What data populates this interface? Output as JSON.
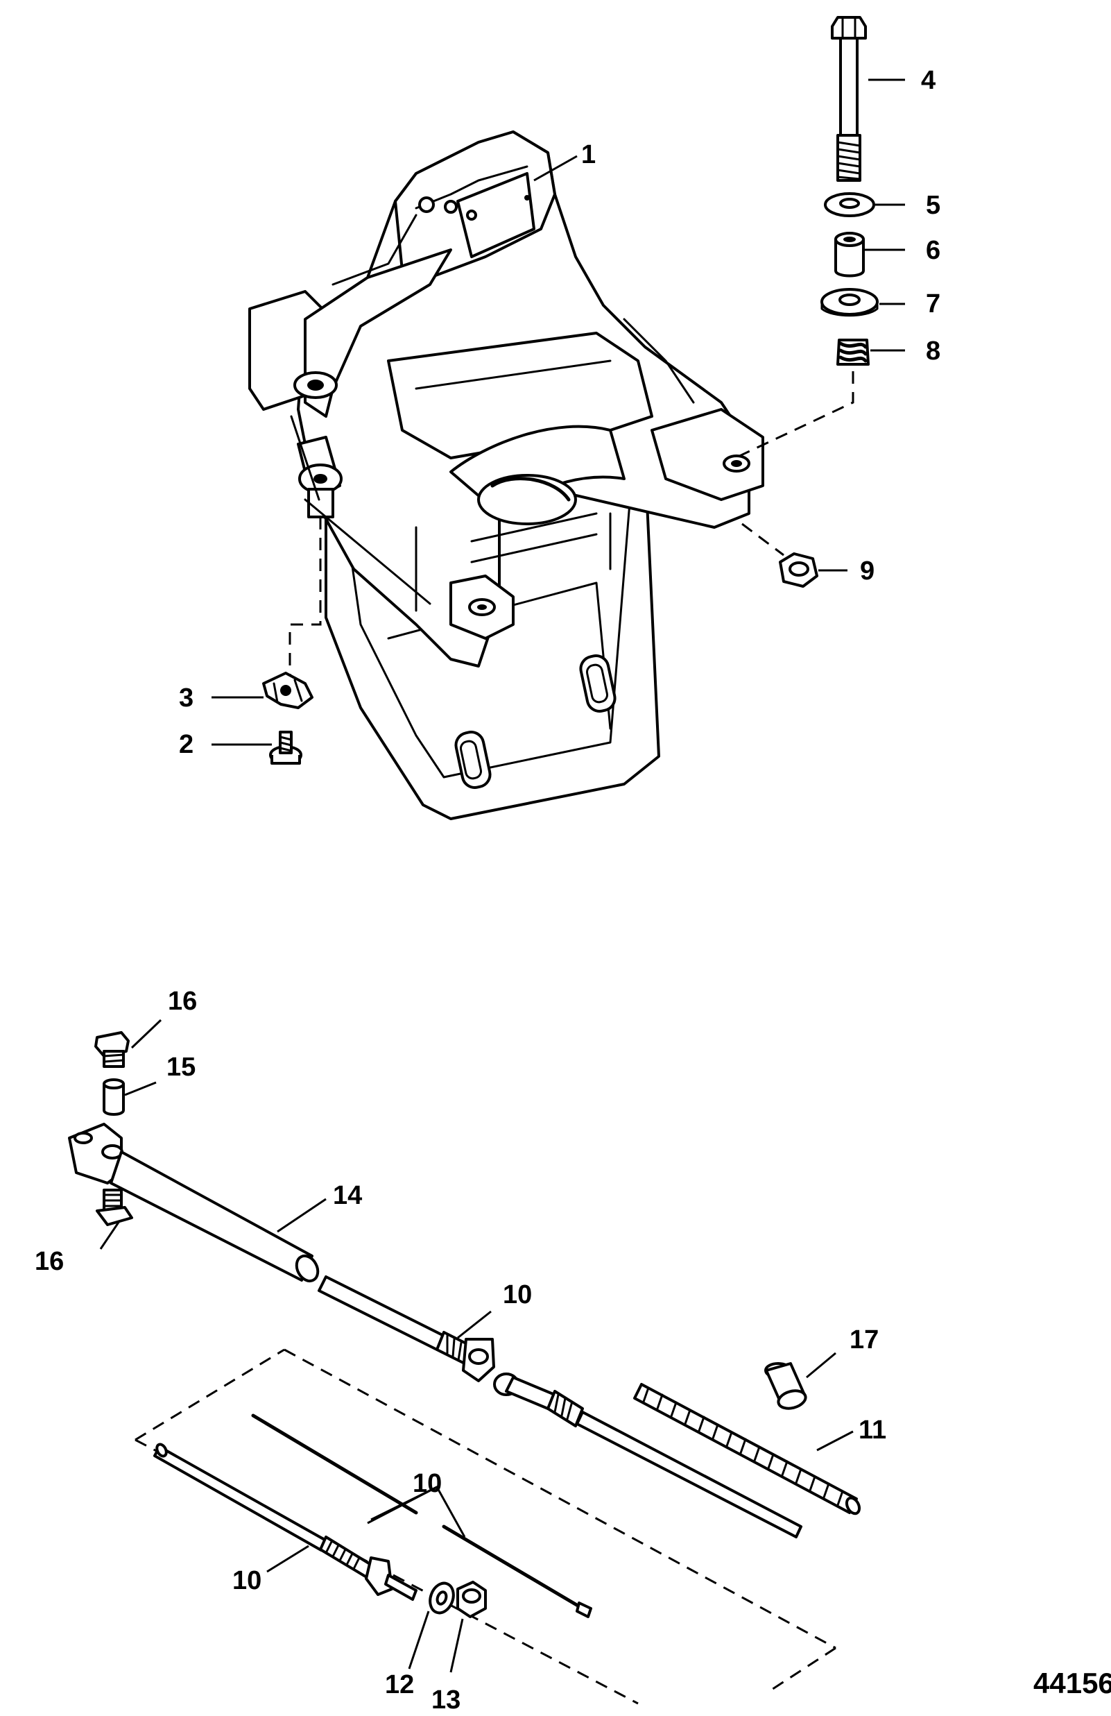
{
  "callouts": {
    "c1": "1",
    "c2": "2",
    "c3": "3",
    "c4": "4",
    "c5": "5",
    "c6": "6",
    "c7": "7",
    "c8": "8",
    "c9": "9",
    "c10a": "10",
    "c10b": "10",
    "c10c": "10",
    "c11": "11",
    "c12": "12",
    "c13": "13",
    "c14": "14",
    "c15": "15",
    "c16a": "16",
    "c16b": "16",
    "c17": "17"
  },
  "figure_number": "44156"
}
